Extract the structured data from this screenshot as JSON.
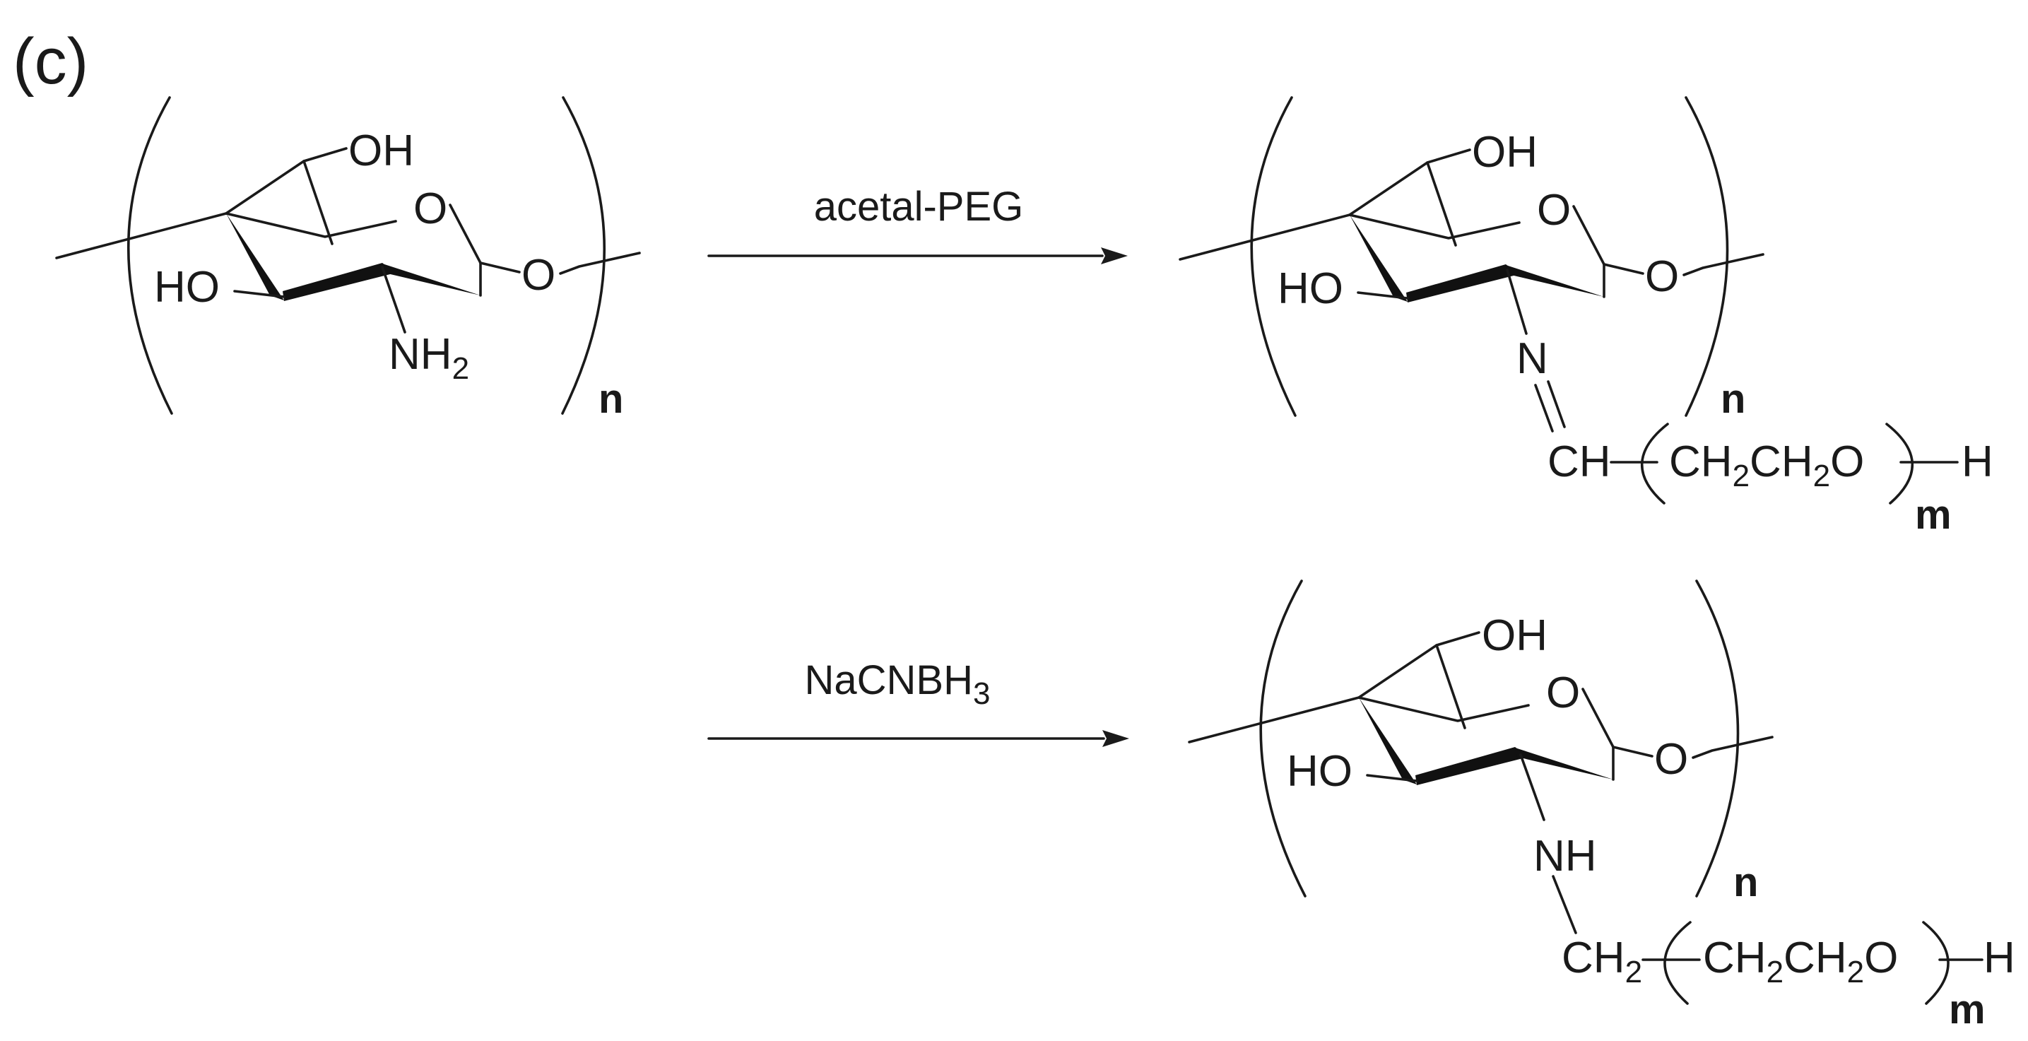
{
  "panel_label": "(c)",
  "arrow1_reagent": "acetal-PEG",
  "arrow2_reagent": {
    "main": "NaCNBH",
    "sub": "3"
  },
  "repeat_unit": "n",
  "peg_repeat": "m",
  "atoms": {
    "OH": "OH",
    "O": "O",
    "HO": "HO",
    "N": "N",
    "NH": "NH",
    "NH2": {
      "main": "NH",
      "sub": "2"
    },
    "CH": "CH",
    "CH2": {
      "main": "CH",
      "sub": "2"
    },
    "H": "H",
    "peg_chain": {
      "p1": "CH",
      "s1": "2",
      "p2": "CH",
      "s2": "2",
      "p3": "O"
    }
  }
}
